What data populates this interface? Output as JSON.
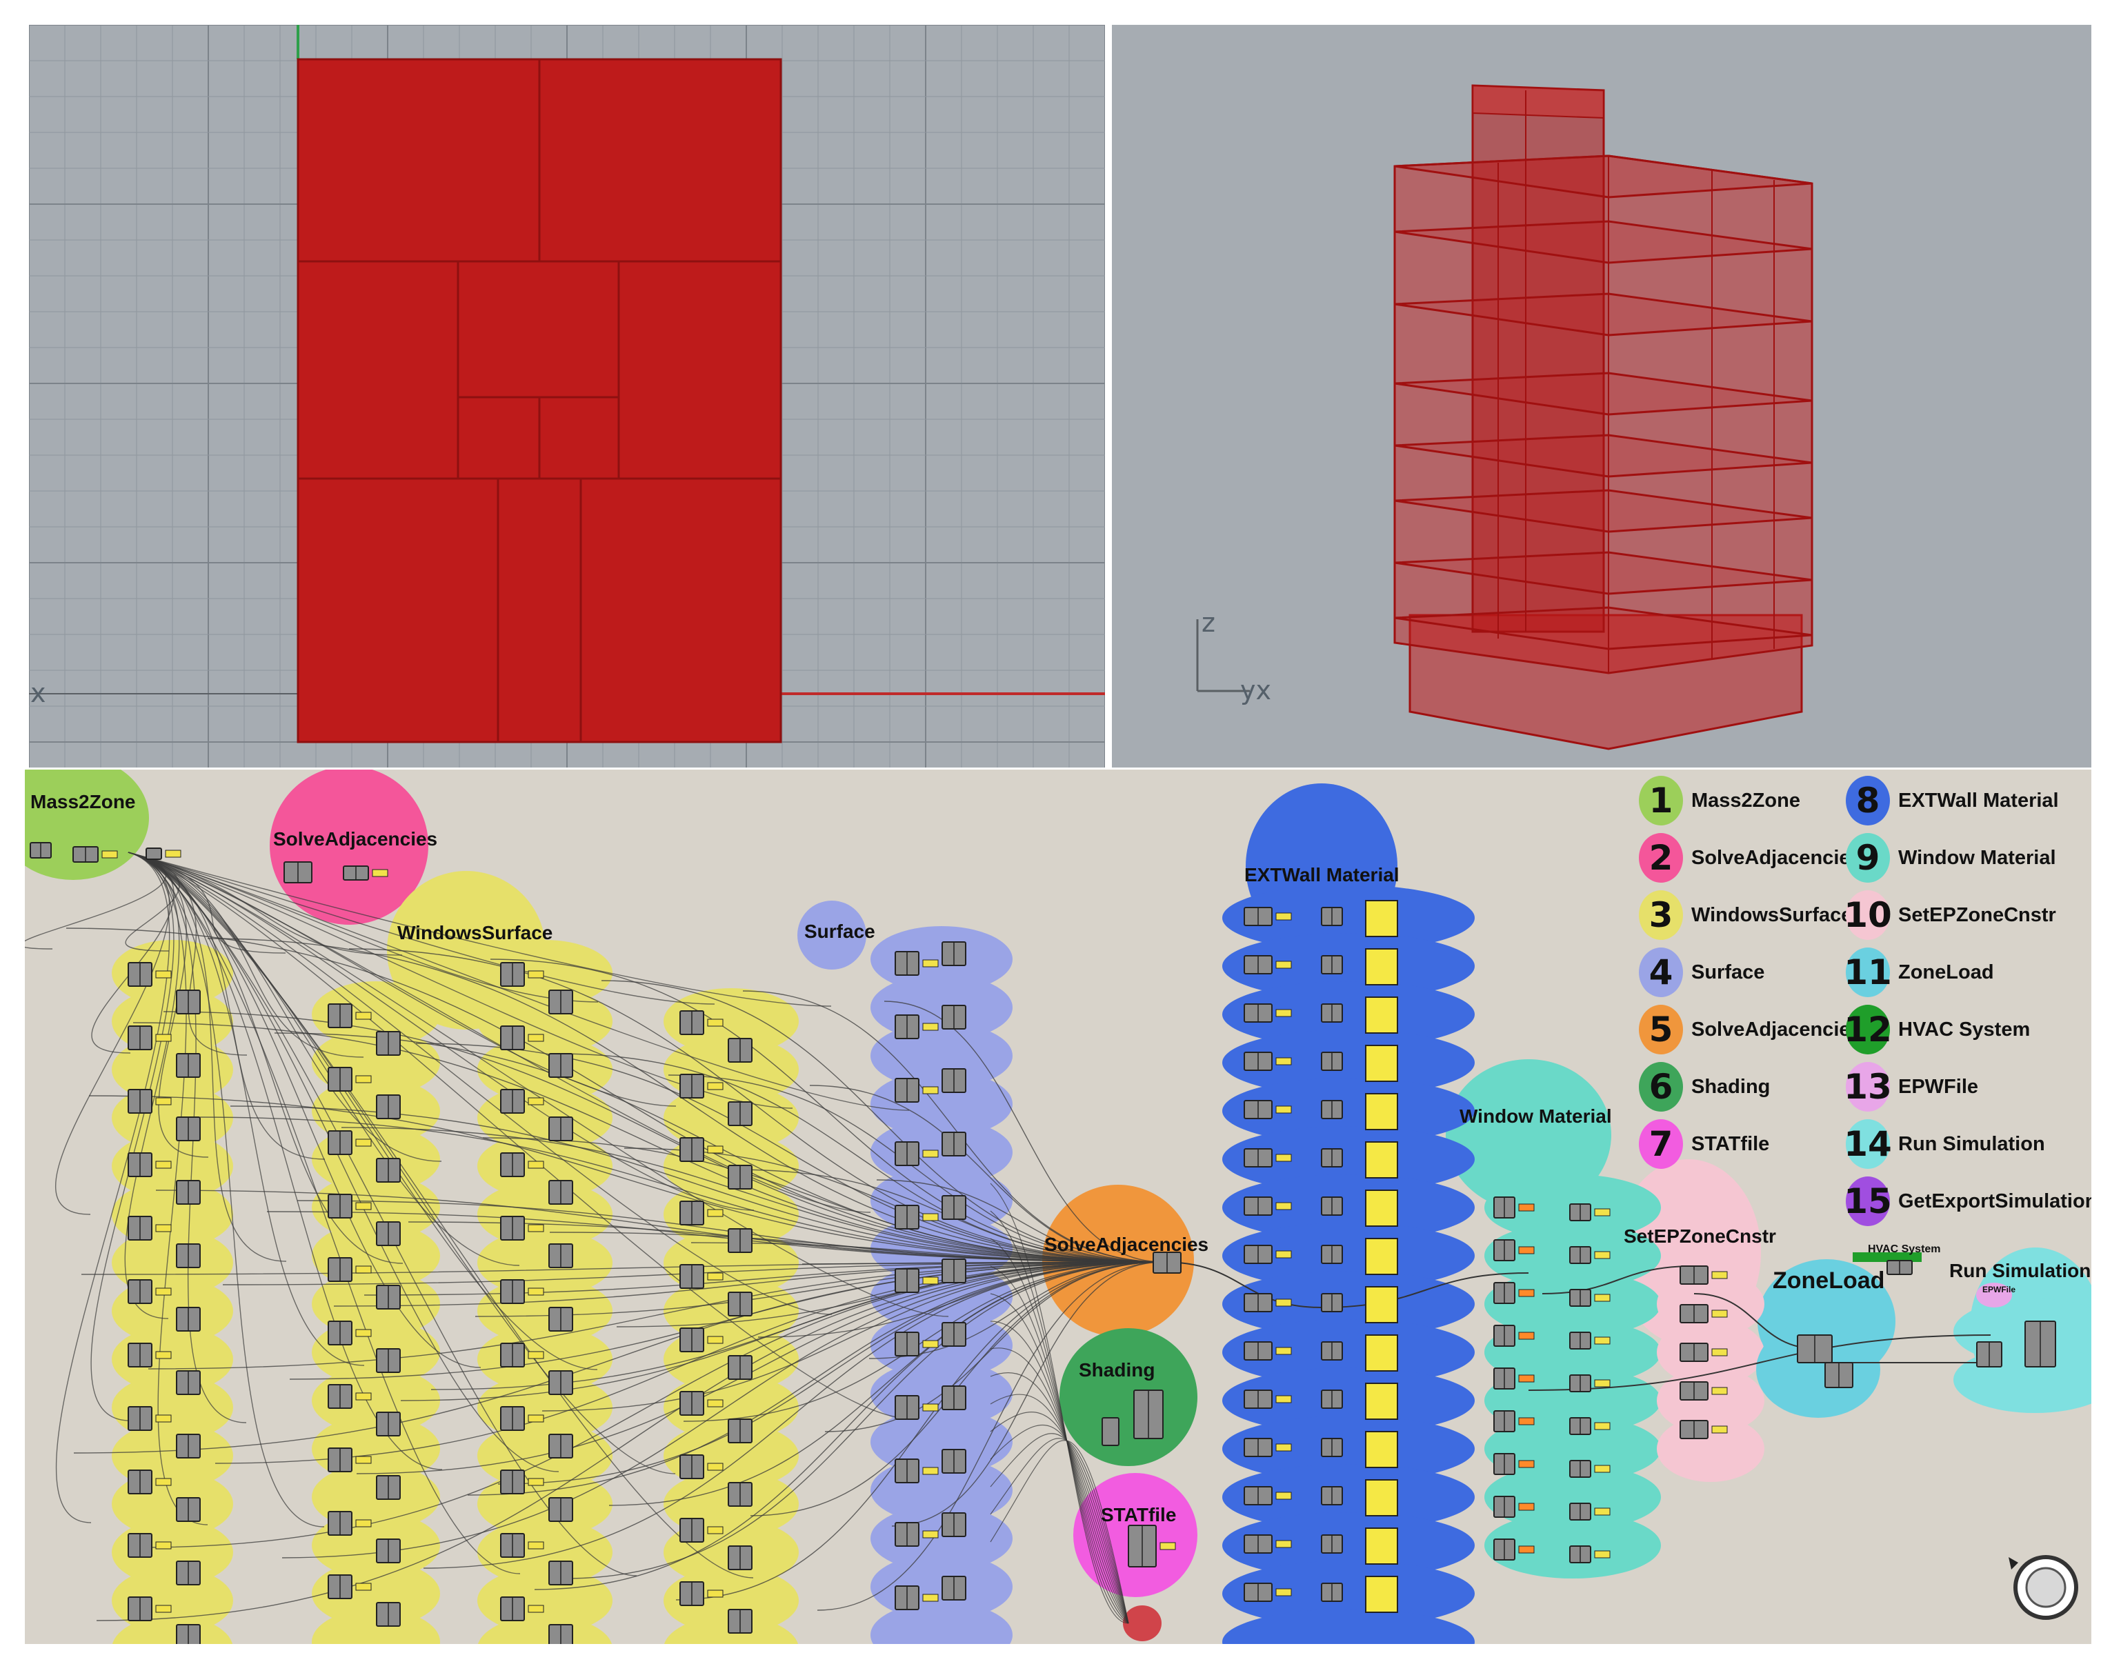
{
  "viewports": {
    "top_axis_x": "x",
    "persp_axis_z": "z",
    "persp_axis_yx": "yx"
  },
  "canvas": {
    "groups": [
      {
        "label": "Mass2Zone",
        "color": "#9ccf5a"
      },
      {
        "label": "SolveAdjacencies",
        "color": "#f4569a"
      },
      {
        "label": "WindowsSurface",
        "color": "#e6e06a"
      },
      {
        "label": "Surface",
        "color": "#9aa4e6"
      },
      {
        "label": "SolveAdjacencies",
        "color": "#f0963c"
      },
      {
        "label": "Shading",
        "color": "#3ea55a"
      },
      {
        "label": "STATfile",
        "color": "#f25ce0"
      },
      {
        "label": "EXTWall Material",
        "color": "#3e6be0"
      },
      {
        "label": "Window Material",
        "color": "#6ad9c8"
      },
      {
        "label": "SetEPZoneCnstr",
        "color": "#f5c6d2"
      },
      {
        "label": "ZoneLoad",
        "color": "#6ad0e0"
      },
      {
        "label": "HVAC System",
        "color": "#1f9e2a"
      },
      {
        "label": "Run Simulation",
        "color": "#7fe0e0"
      },
      {
        "label": "EPWFile",
        "color": "#e8a6e8"
      }
    ]
  },
  "legend": [
    {
      "num": "1",
      "label": "Mass2Zone",
      "color": "#9ccf5a"
    },
    {
      "num": "2",
      "label": "SolveAdjacencies",
      "color": "#f4569a"
    },
    {
      "num": "3",
      "label": "WindowsSurface",
      "color": "#e6e06a"
    },
    {
      "num": "4",
      "label": "Surface",
      "color": "#9aa4e6"
    },
    {
      "num": "5",
      "label": "SolveAdjacencies",
      "color": "#f0963c"
    },
    {
      "num": "6",
      "label": "Shading",
      "color": "#3ea55a"
    },
    {
      "num": "7",
      "label": "STATfile",
      "color": "#f25ce0"
    },
    {
      "num": "8",
      "label": "EXTWall Material",
      "color": "#3e6be0"
    },
    {
      "num": "9",
      "label": "Window Material",
      "color": "#6ad9c8"
    },
    {
      "num": "10",
      "label": "SetEPZoneCnstr",
      "color": "#f5c6d2"
    },
    {
      "num": "11",
      "label": "ZoneLoad",
      "color": "#6ad0e0"
    },
    {
      "num": "12",
      "label": "HVAC System",
      "color": "#1f9e2a"
    },
    {
      "num": "13",
      "label": "EPWFile",
      "color": "#e8a6e8"
    },
    {
      "num": "14",
      "label": "Run Simulation",
      "color": "#7fe0e0"
    },
    {
      "num": "15",
      "label": "GetExportSimulation",
      "color": "#a04ee0"
    }
  ]
}
